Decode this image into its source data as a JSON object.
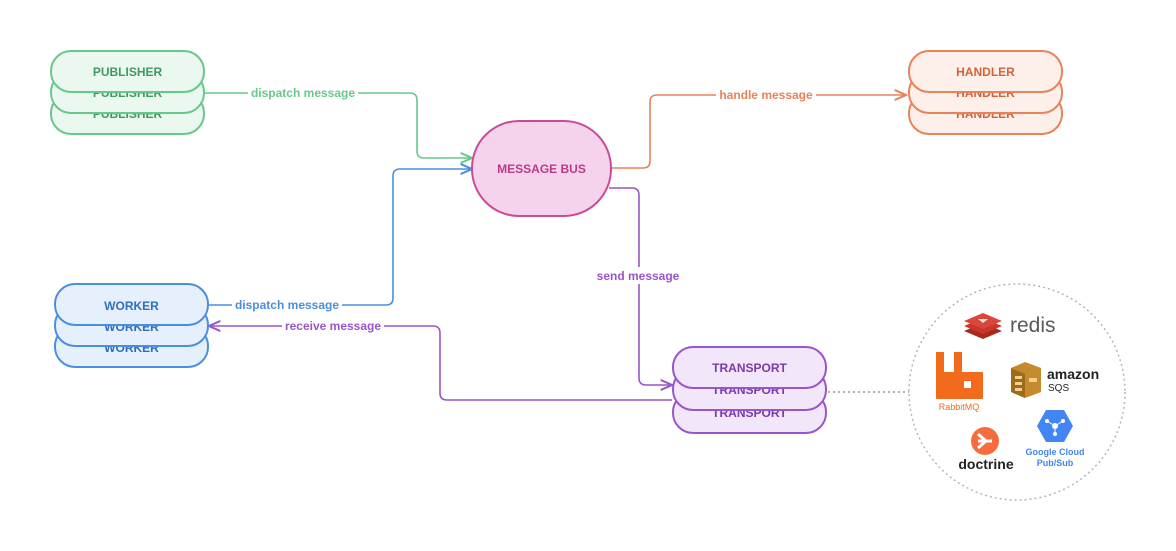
{
  "nodes": {
    "publisher": "PUBLISHER",
    "handler": "HANDLER",
    "message_bus": "MESSAGE BUS",
    "worker": "WORKER",
    "transport": "TRANSPORT"
  },
  "edges": {
    "publisher_dispatch": "dispatch message",
    "handle": "handle message",
    "worker_dispatch": "dispatch message",
    "send": "send message",
    "receive": "receive message"
  },
  "transports": {
    "redis": "redis",
    "rabbitmq": "RabbitMQ",
    "amazon": "amazon",
    "sqs": "SQS",
    "doctrine": "doctrine",
    "gcloud_line1": "Google Cloud",
    "gcloud_line2": "Pub/Sub"
  },
  "colors": {
    "publisher": "#66c98a",
    "handler": "#e8825a",
    "bus": "#cc4a98",
    "worker": "#4a8ee0",
    "transport": "#9a55c9"
  }
}
